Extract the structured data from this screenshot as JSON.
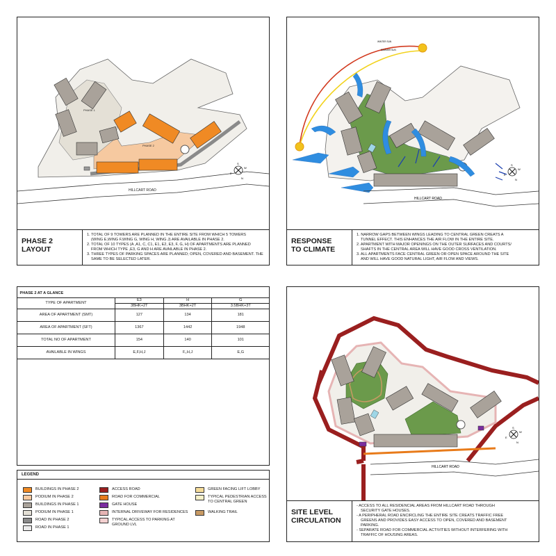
{
  "panels": {
    "phase2": {
      "title_line1": "PHASE 2",
      "title_line2": "LAYOUT",
      "labels": {
        "phase1": "PHASE 1",
        "phase2": "PHASE 2",
        "road": "HILLCART ROAD"
      },
      "notes": [
        "1. TOTAL OF 9  TOWERS ARE PLANNED IN THE ENTIRE SITE FROM WHICH 5 TOWERS",
        "(WING E,WING F,WING G, WING H,  WING J) ARE AVAILABLE IN PHASE 2.",
        "2. TOTAL OF 10 TYPES (A ,A1, C, C1, E1, E2, E3, F, G, H) OF APARTMENTS ARE PLANNED",
        "FROM WHICH TYPE ,E3, G AND H ARE AVAILABLE IN PHASE 2.",
        "3. THREE TYPES OF PARKING SPACES ARE PLANNED; OPEN, COVERED AND BASEMENT. THE",
        "SAME TO BE SELECTED LATER."
      ]
    },
    "climate": {
      "title_line1": "RESPONSE",
      "title_line2": "TO CLIMATE",
      "labels": {
        "winter_sun": "WINTER SUN",
        "summer_sun": "SUMMER SUN",
        "road": "HILLCART ROAD"
      },
      "notes": [
        "1. NARROW GAPS BETWEEN WINGS LEADING TO CENTRAL GREEN CREATS A",
        "TUNNEL EFFECT. THIS ENHANCES THE AIR FLOW IN THE ENTIRE SITE.",
        "2. APARTMENT WITH MAJOR OPENINGS ON THE OUTER SURFACES AND COURTS/",
        "SHAFTS IN THE CENTRAL AREA WILL HAVE GOOD CROSS VENTILATION.",
        "3. ALL APARTMENTS FACE CENTRAL GREEN OR OPEN SPACE AROUND THE SITE",
        "AND WILL HAVE GOOD NATURAL LIGHT, AIR FLOW AND VIEWS."
      ]
    },
    "circulation": {
      "title_line1": "SITE LEVEL",
      "title_line2": "CIRCULATION",
      "labels": {
        "road": "HILLCART ROAD"
      },
      "notes": [
        "- ACCESS TO ALL RESIDENCIAL AREAS FROM HILLCART ROAD THROUGH",
        "SECURITY GATE HOUSES.",
        "- A PERIPHERAL ROAD ENCIRCLING THE ENTIRE SITE CREATS TRAFFIC FREE",
        "GREENS AND PROVIDES EASY ACCESS TO OPEN, COVERED AND BASEMENT",
        "PARKING.",
        "- SEPARATE ROAD FOR COMMERCIAL ACTIVITIES WITHOUT INTERFERING WITH",
        "TRAFFIC OF HOUSING AREAS."
      ]
    },
    "compass": {
      "s": "S",
      "w": "W",
      "e": "E",
      "n": "N"
    }
  },
  "glance": {
    "title": "PHASE 2 AT A GLANCE",
    "type_label": "TYPE OF APARTMENT",
    "types": [
      "E3",
      "H",
      "G"
    ],
    "configs": [
      "3BHK+2T",
      "3BHK+2T",
      "3.5BHK+3T"
    ],
    "rows": [
      {
        "label": "AREA OF APARTMENT (SMT)",
        "values": [
          "127",
          "134",
          "181"
        ]
      },
      {
        "label": "AREA OF APARTMENT (SFT)",
        "values": [
          "1367",
          "1442",
          "1948"
        ]
      },
      {
        "label": "TOTAL NO OF APARTMENT",
        "values": [
          "154",
          "140",
          "101"
        ]
      },
      {
        "label": "AVAILABLE IN WINGS",
        "values": [
          "E,F,H,J",
          "F,,H,J",
          "E,G"
        ]
      }
    ]
  },
  "legend": {
    "title": "LEGEND",
    "items": [
      {
        "label": "BUILDINGS IN PHASE 2",
        "color": "#f08a24"
      },
      {
        "label": "PODIUM IN PHASE 2",
        "color": "#f6c9a0"
      },
      {
        "label": "BUILDINGS IN PHASE 1",
        "color": "#a9a29a"
      },
      {
        "label": "PODIUM IN PHASE 1",
        "color": "#e4e0d6"
      },
      {
        "label": "ROAD IN PHASE 2",
        "color": "#8a8a8a"
      },
      {
        "label": "ROAD IN PHASE 1",
        "color": "#ececec"
      },
      {
        "label": "ACCESS ROAD",
        "color": "#9a1f1f"
      },
      {
        "label": "ROAD FOR COMMERCIAL",
        "color": "#e87b1a"
      },
      {
        "label": "GATE HOUSE",
        "color": "#7b2ca0"
      },
      {
        "label": "INTERNAL DRIVEWAY FOR RESIDENCES",
        "color": "#e6b4b4"
      },
      {
        "label": "TYPICAL ACCESS TO PARKING AT GROUND LVL",
        "color": "#f3d0d0"
      },
      {
        "label": "GREEN FACING LIFT LOBBY",
        "color": "#f5dc9a"
      },
      {
        "label": "TYPICAL PEDESTRIAN ACCESS TO CENTRAL GREEN",
        "color": "#f5f0c8"
      },
      {
        "label": "WALKING TRAIL",
        "color": "#c89a64"
      }
    ]
  }
}
